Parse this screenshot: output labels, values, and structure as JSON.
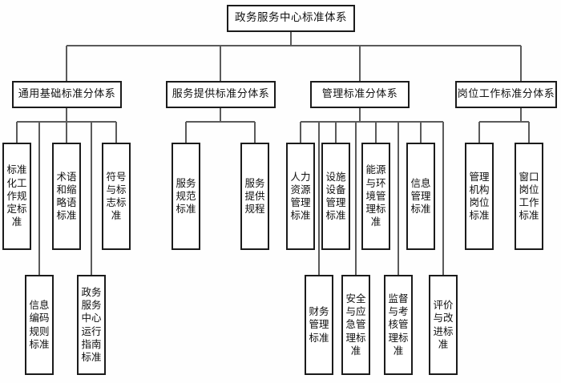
{
  "diagram": {
    "title": "政务服务中心标准体系",
    "type": "organizational-hierarchy-tree",
    "colors": {
      "background": "#fefefe",
      "box_fill": "#ffffff",
      "box_border": "#1b1b1b",
      "connector": "#5a5a5a",
      "text": "#101010"
    },
    "root": {
      "label": "政务服务中心标准体系"
    },
    "branches": [
      {
        "label": "通用基础标准分体系",
        "children_upper": [
          {
            "label": "标准化工作规定标准"
          },
          {
            "label": "术语和缩略语标准"
          },
          {
            "label": "符号与标志标准"
          }
        ],
        "children_lower": [
          {
            "label": "信息编码规则标准"
          },
          {
            "label": "政务服务中心运行指南标准"
          }
        ]
      },
      {
        "label": "服务提供标准分体系",
        "children_upper": [
          {
            "label": "服务规范标准"
          },
          {
            "label": "服务提供规程"
          }
        ],
        "children_lower": []
      },
      {
        "label": "管理标准分体系",
        "children_upper": [
          {
            "label": "人力资源管理标准"
          },
          {
            "label": "设施设备管理标准"
          },
          {
            "label": "能源与环境管理标准"
          },
          {
            "label": "信息管理标准"
          }
        ],
        "children_lower": [
          {
            "label": "财务管理标准"
          },
          {
            "label": "安全与应急管理标准"
          },
          {
            "label": "监督与考核管理标准"
          },
          {
            "label": "评价与改进标准"
          }
        ]
      },
      {
        "label": "岗位工作标准分体系",
        "children_upper": [
          {
            "label": "管理机构岗位标准"
          },
          {
            "label": "窗口岗位工作标准"
          }
        ],
        "children_lower": []
      }
    ]
  }
}
